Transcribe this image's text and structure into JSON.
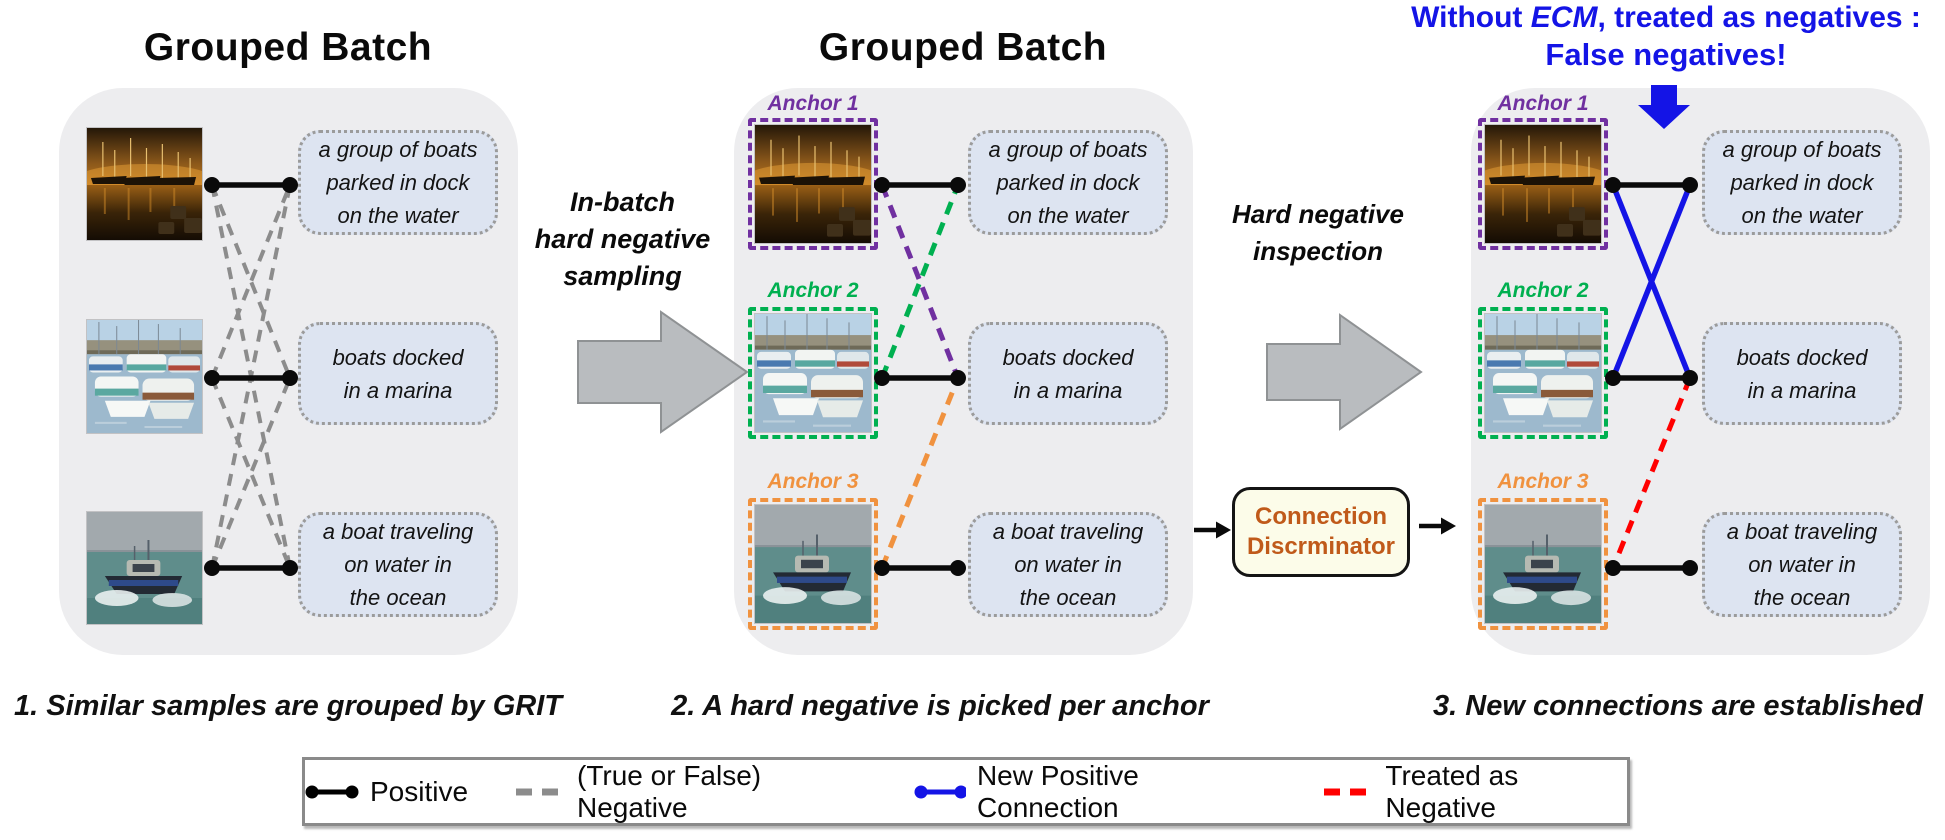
{
  "header": {
    "without_ecm_prefix": "Without ",
    "ecm": "ECM",
    "without_ecm_suffix": ", treated as negatives :",
    "false_negatives": "False negatives!",
    "text_color": "#1414E6"
  },
  "panels": [
    {
      "title": "Grouped Batch",
      "caption": "1. Similar samples are grouped by GRIT"
    },
    {
      "title": "Grouped Batch",
      "caption": "2. A hard negative is picked per anchor"
    },
    {
      "title": "",
      "caption": "3. New connections are established"
    }
  ],
  "rows": [
    {
      "caption": "a group of boats\nparked in dock\non the water",
      "photo": "night-marina-photo"
    },
    {
      "caption": "boats docked\nin a marina",
      "photo": "day-marina-photo"
    },
    {
      "caption": "a boat traveling\non water in\nthe ocean",
      "photo": "ocean-boat-photo"
    }
  ],
  "anchors": [
    {
      "label": "Anchor 1",
      "color": "#7030A0"
    },
    {
      "label": "Anchor 2",
      "color": "#00B050"
    },
    {
      "label": "Anchor 3",
      "color": "#F0923F"
    }
  ],
  "flow_arrows": [
    {
      "label": "In-batch\nhard negative\nsampling"
    },
    {
      "label": "Hard negative\ninspection"
    }
  ],
  "discriminator": {
    "line1": "Connection",
    "line2": "Discrminator",
    "text_color": "#C05A1A",
    "fill": "#FCFCE9"
  },
  "legend": {
    "items": [
      {
        "label": "Positive",
        "style": "solid-dumbbell",
        "color": "#000000"
      },
      {
        "label": "(True or False) Negative",
        "style": "dashed",
        "color": "#8C8C8C"
      },
      {
        "label": "New Positive Connection",
        "style": "solid-dumbbell",
        "color": "#1414E6"
      },
      {
        "label": "Treated as Negative",
        "style": "dashed",
        "color": "#FF0000"
      }
    ]
  },
  "connection_colors": {
    "positive": "#0A0A0A",
    "negative_dashed": "#8C8C8C",
    "anchor1_pick": "#7030A0",
    "anchor2_pick": "#00B050",
    "anchor3_pick": "#F0923F",
    "new_positive": "#1414E6",
    "treated_negative": "#FF0000"
  }
}
